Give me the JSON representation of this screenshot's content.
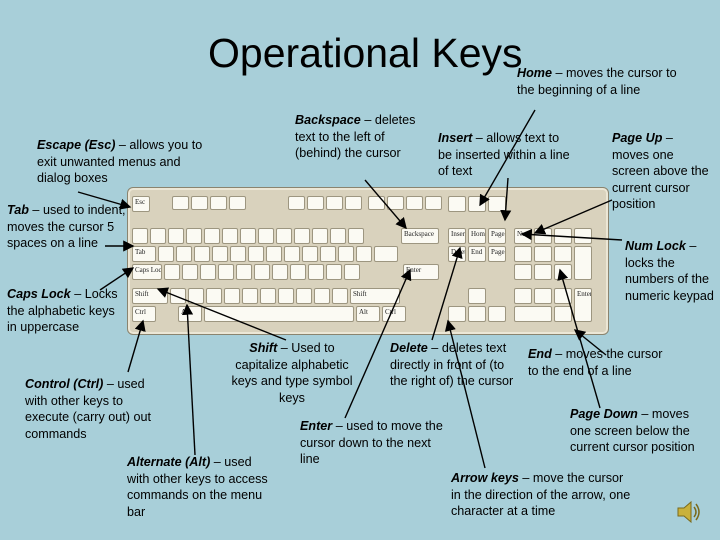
{
  "title": "Operational Keys",
  "notes": {
    "home": {
      "term": "Home",
      "desc": " – moves the cursor to the beginning of a line"
    },
    "backspace": {
      "term": "Backspace",
      "desc": " – deletes text to the left of (behind) the cursor"
    },
    "insert": {
      "term": "Insert",
      "desc": " – allows text to be inserted within a line of text"
    },
    "pageup": {
      "term": "Page Up",
      "desc": " – moves one screen above the current cursor position"
    },
    "escape": {
      "term": "Escape (Esc)",
      "desc": " – allows you to exit unwanted menus and dialog boxes"
    },
    "tab": {
      "term": "Tab",
      "desc": " – used to indent; moves the cursor 5 spaces on a line"
    },
    "numlock": {
      "term": "Num Lock",
      "desc": " – locks the numbers of the numeric keypad"
    },
    "capslock": {
      "term": "Caps Lock",
      "desc": " – Locks the alphabetic keys in uppercase"
    },
    "shift": {
      "term": "Shift",
      "desc": " – Used to capitalize alphabetic keys and type symbol keys"
    },
    "delete": {
      "term": "Delete",
      "desc": " – deletes text directly in front of (to the right of) the cursor"
    },
    "end": {
      "term": "End",
      "desc": " – moves the cursor to the end of a line"
    },
    "control": {
      "term": "Control (Ctrl)",
      "desc": " – used with other keys to execute (carry out) out commands"
    },
    "pagedown": {
      "term": "Page Down",
      "desc": " – moves one screen below the current cursor position"
    },
    "enter": {
      "term": "Enter",
      "desc": " – used to move the cursor down to the next line"
    },
    "alt": {
      "term": "Alternate (Alt)",
      "desc": " – used with other keys to access commands on the menu bar"
    },
    "arrow": {
      "term": "Arrow keys",
      "desc": " – move the cursor in the direction of the arrow, one character at a time"
    }
  },
  "keyboard": {
    "keys": {
      "esc": "Esc",
      "tab": "Tab",
      "caps": "Caps Lock",
      "shift": "Shift",
      "ctrl": "Ctrl",
      "alt": "Alt",
      "backspace": "Backspace",
      "enter": "Enter",
      "insert": "Insert",
      "home": "Home",
      "pageup": "Page Up",
      "delete": "Delete",
      "end": "End",
      "pagedown": "Page Down",
      "numlock": "Num Lock"
    }
  },
  "colors": {
    "background": "#a8cfd9",
    "keyboard": "#d9d2bd",
    "arrow": "#000000"
  },
  "icons": {
    "speaker": "speaker-icon"
  }
}
